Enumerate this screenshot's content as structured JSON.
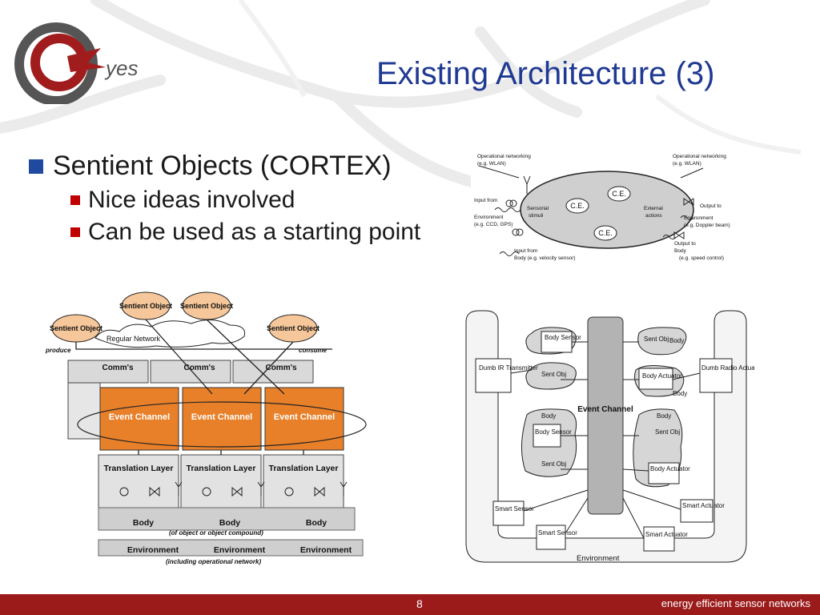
{
  "title": "Existing Architecture (3)",
  "logo": {
    "text": "yes"
  },
  "bullets": {
    "main": "Sentient Objects (CORTEX)",
    "sub1": "Nice ideas involved",
    "sub2": "Can be used as a starting point"
  },
  "sentient_diagram": {
    "op_net_left": "Operational networking",
    "op_net_left_eg": "(e.g. WLAN)",
    "op_net_right": "Operational networking",
    "op_net_right_eg": "(e.g. WLAN)",
    "input_from_env_1": "Input from",
    "input_from_env_2": "Environment",
    "input_from_env_3": "(e.g. CCD, GPS)",
    "sensorial_1": "Sensorial",
    "sensorial_2": "stimuli",
    "ce1": "C.E.",
    "ce2": "C.E.",
    "ce3": "C.E.",
    "external_1": "External",
    "external_2": "actions",
    "output_env_1": "Output to",
    "output_env_2": "Environment",
    "output_env_3": "(e.g. Doppler beam)",
    "output_body_1": "Output to",
    "output_body_2": "Body",
    "output_body_3": "(e.g. speed control)",
    "input_body_1": "Input from",
    "input_body_2": "Body (e.g. velocity sensor)"
  },
  "layer_diagram": {
    "so_left": "Sentient Object",
    "so_mid1": "Sentient Object",
    "so_mid2": "Sentient Object",
    "so_right": "Sentient Object",
    "regular_network": "Regular Network",
    "produce": "produce",
    "consume": "consume",
    "comms": "Comm's",
    "event_channel": "Event Channel",
    "translation_layer": "Translation Layer",
    "body": "Body",
    "body_note": "(of object or object compound)",
    "environment": "Environment",
    "env_note": "(including operational network)"
  },
  "event_diagram": {
    "body_sensor": "Body Sensor",
    "sent_obj": "Sent Obj",
    "body": "Body",
    "dumb_ir": "Dumb IR Transmitter",
    "dumb_radio": "Dumb Radio Actuator",
    "body_actuator": "Body Actuator",
    "event_channel": "Event Channel",
    "smart_sensor": "Smart Sensor",
    "smart_actuator": "Smart Actuator",
    "environment": "Environment"
  },
  "footer": {
    "page": "8",
    "text": "energy efficient sensor networks"
  },
  "colors": {
    "title": "#1f3a93",
    "footer": "#9b1b1b",
    "event_channel": "#e8802a",
    "sentient_object": "#f6c79a"
  }
}
